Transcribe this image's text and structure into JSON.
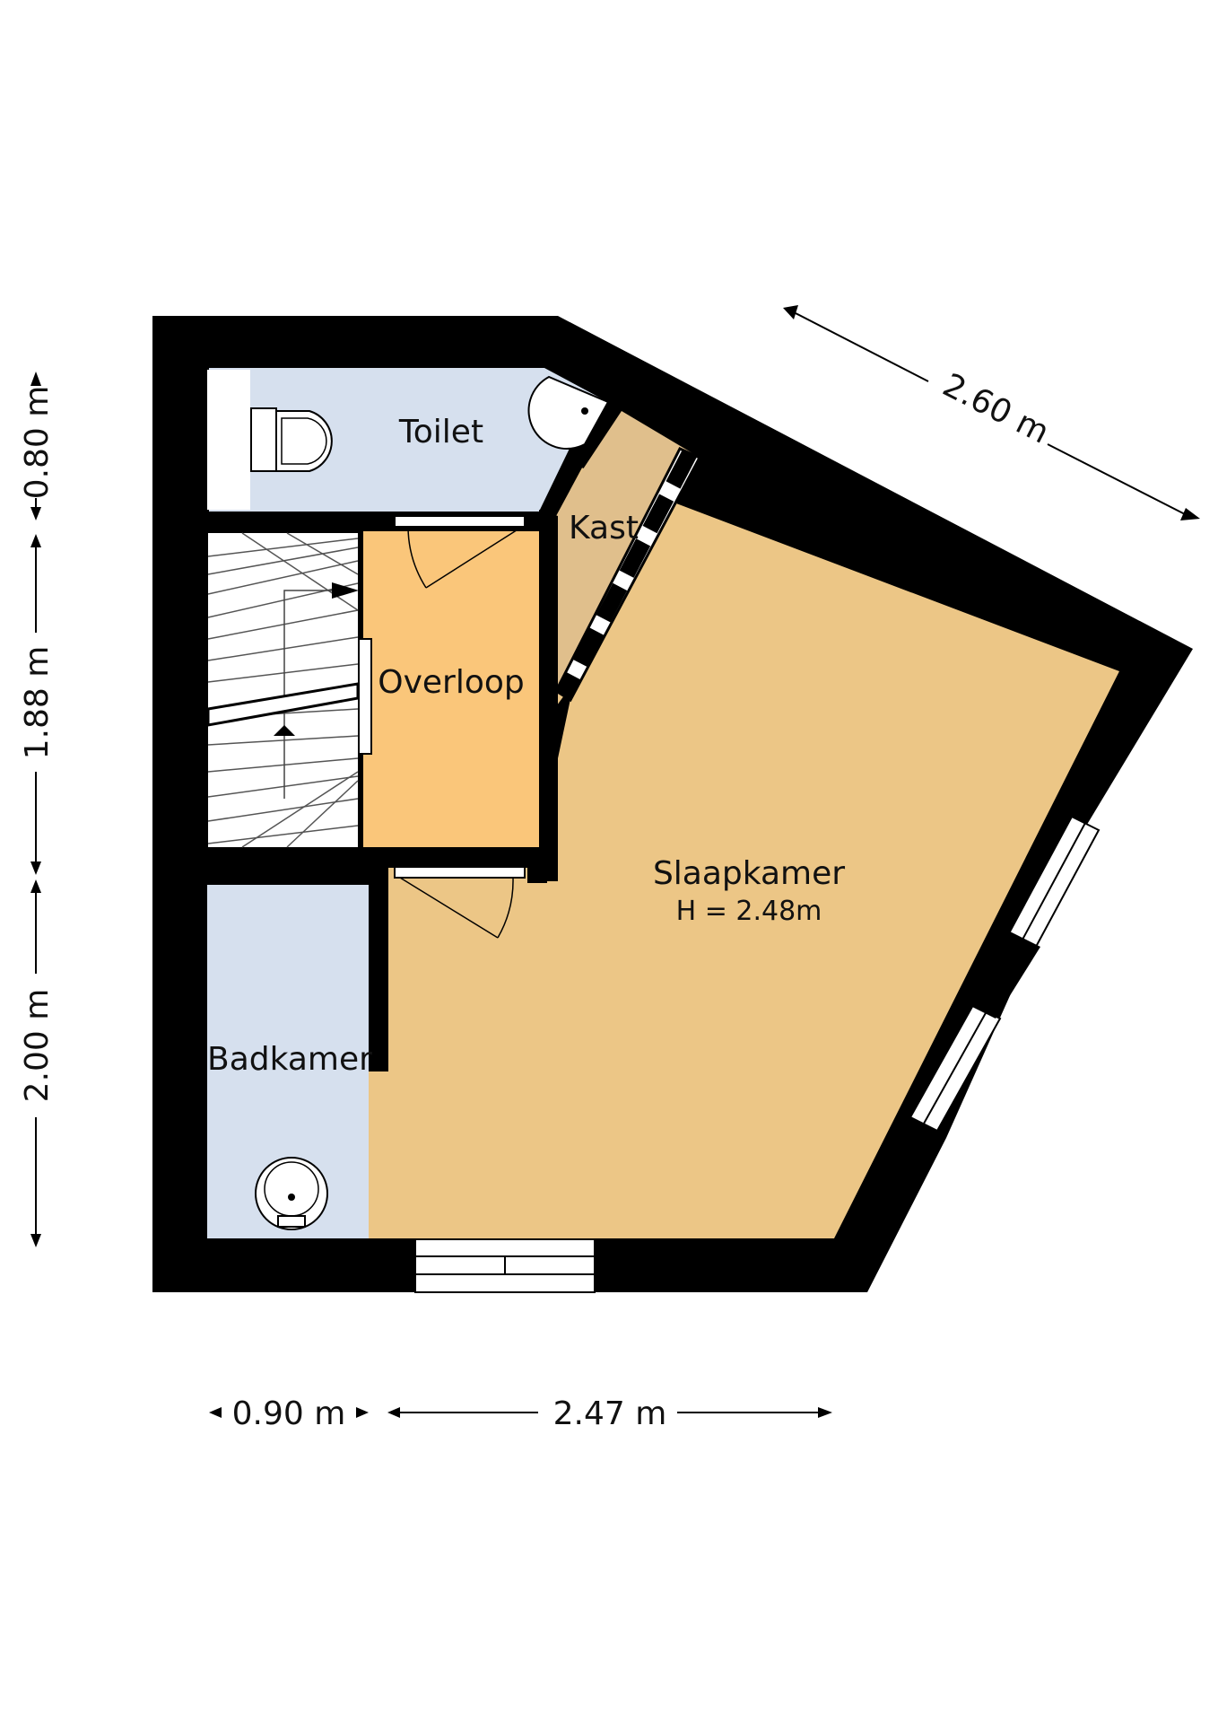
{
  "rooms": {
    "toilet": {
      "name": "Toilet",
      "color": "#d6e0ee"
    },
    "kast": {
      "name": "Kast",
      "color": "#e0bf8c"
    },
    "overloop": {
      "name": "Overloop",
      "color": "#fac67a"
    },
    "slaapkamer": {
      "name": "Slaapkamer",
      "height": "H = 2.48m",
      "color": "#ecc686"
    },
    "badkamer": {
      "name": "Badkamer",
      "color": "#d6e0ee"
    }
  },
  "dimensions": {
    "left_top": "0.80 m",
    "left_middle": "1.88 m",
    "left_bottom": "2.00 m",
    "bottom_left": "0.90 m",
    "bottom_right": "2.47 m",
    "top_diagonal": "2.60 m"
  },
  "colors": {
    "wall": "#000000",
    "window_frame": "#ffffff"
  }
}
